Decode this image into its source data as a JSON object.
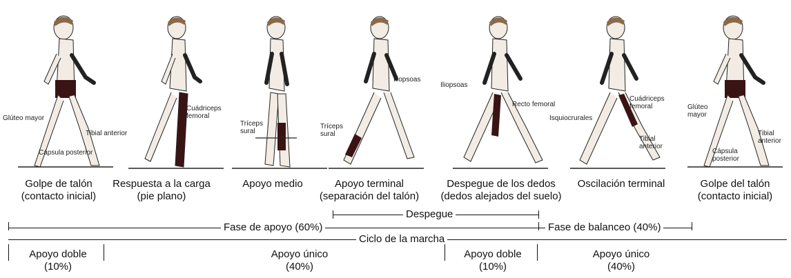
{
  "phases": [
    {
      "line1": "Golpe de talón",
      "line2": "(contacto inicial)",
      "annotations": [
        "Glúteo mayor",
        "Tibial anterior",
        "Cápsula posterior"
      ]
    },
    {
      "line1": "Respuesta a la carga",
      "line2": "(pie plano)",
      "annotations": [
        "Cuádriceps femoral"
      ]
    },
    {
      "line1": "Apoyo medio",
      "line2": "",
      "annotations": [
        "Tríceps sural"
      ]
    },
    {
      "line1": "Apoyo terminal",
      "line2": "(separación del talón)",
      "annotations": [
        "Iliopsoas",
        "Tríceps sural"
      ]
    },
    {
      "line1": "Despegue de los dedos",
      "line2": "(dedos alejados del suelo)",
      "annotations": [
        "Iliopsoas",
        "Recto femoral"
      ]
    },
    {
      "line1": "Oscilación terminal",
      "line2": "",
      "annotations": [
        "Cuádriceps femoral",
        "Isquiocrurales",
        "Tibial anterior"
      ]
    },
    {
      "line1": "Golpe del talón",
      "line2": "(contacto inicial)",
      "annotations": [
        "Glúteo mayor",
        "Tibial anterior",
        "Cápsula posterior"
      ]
    }
  ],
  "timeline": {
    "despegue": "Despegue",
    "fase_apoyo": "Fase de apoyo (60%)",
    "ciclo": "Ciclo de la marcha",
    "fase_balanceo": "Fase de balanceo (40%)",
    "apoyo_doble_1": {
      "name": "Apoyo doble",
      "pct": "(10%)"
    },
    "apoyo_unico_1": {
      "name": "Apoyo único",
      "pct": "(40%)"
    },
    "apoyo_doble_2": {
      "name": "Apoyo doble",
      "pct": "(10%)"
    },
    "apoyo_unico_2": {
      "name": "Apoyo único",
      "pct": "(40%)"
    }
  },
  "colors": {
    "muscle": "#3a1414",
    "skin": "#f2ece4",
    "hair": "#8a6a4a",
    "line": "#222222"
  }
}
